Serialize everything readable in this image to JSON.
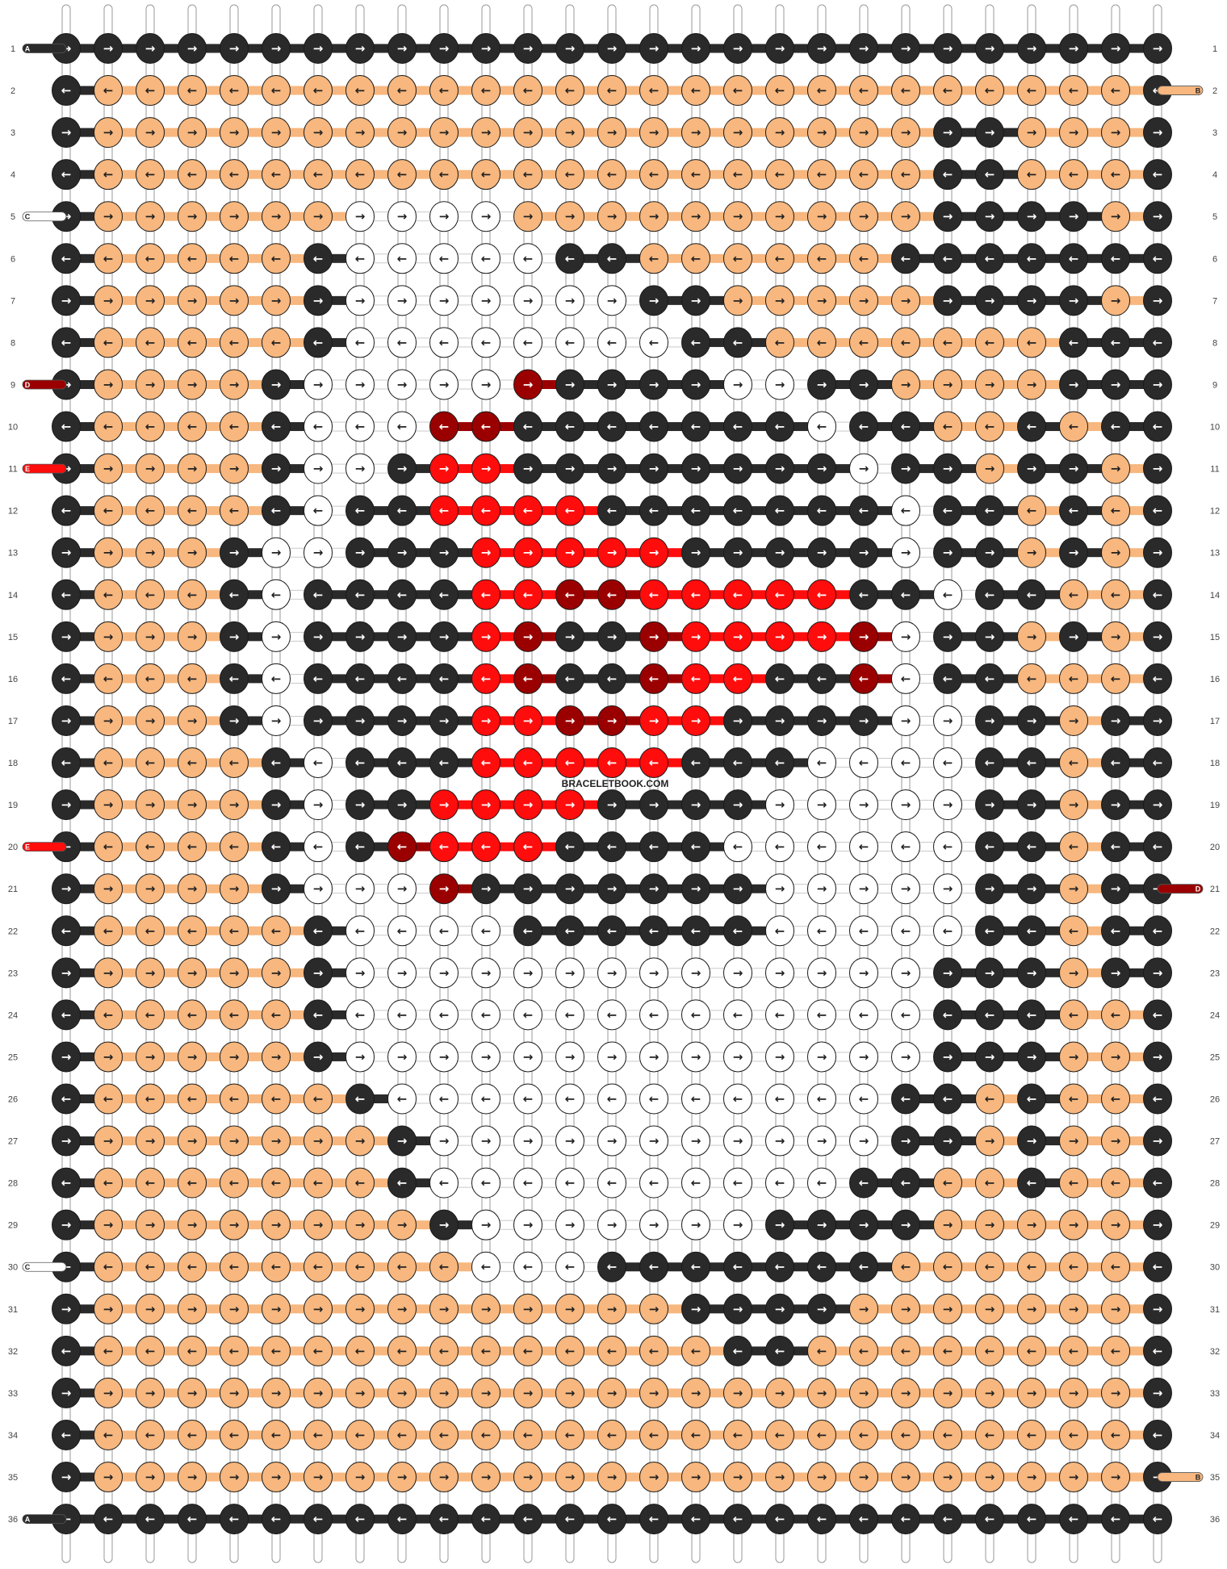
{
  "site": "BRACELETBOOK.COM",
  "colors": {
    "A": "#2a2a2a",
    "B": "#f7b77e",
    "C": "#ffffff",
    "D": "#9b0000",
    "E": "#ff0c0c"
  },
  "strings_left": [
    {
      "row": 1,
      "label": "A",
      "color": "A"
    },
    {
      "row": 5,
      "label": "C",
      "color": "C"
    },
    {
      "row": 9,
      "label": "D",
      "color": "D"
    },
    {
      "row": 11,
      "label": "E",
      "color": "E"
    },
    {
      "row": 20,
      "label": "E",
      "color": "E"
    },
    {
      "row": 30,
      "label": "C",
      "color": "C"
    },
    {
      "row": 36,
      "label": "A",
      "color": "A"
    }
  ],
  "strings_right": [
    {
      "row": 2,
      "label": "B",
      "color": "B"
    },
    {
      "row": 21,
      "label": "D",
      "color": "D"
    },
    {
      "row": 35,
      "label": "B",
      "color": "B"
    }
  ],
  "pattern": {
    "rows": 36,
    "knots_per_row": 27,
    "row_labels": [
      "1",
      "2",
      "3",
      "4",
      "5",
      "6",
      "7",
      "8",
      "9",
      "10",
      "11",
      "12",
      "13",
      "14",
      "15",
      "16",
      "17",
      "18",
      "19",
      "20",
      "21",
      "22",
      "23",
      "24",
      "25",
      "26",
      "27",
      "28",
      "29",
      "30",
      "31",
      "32",
      "33",
      "34",
      "35",
      "36"
    ],
    "grid": [
      "AAAAAAAAAAAAAAAAAAAAAAAAAAA",
      "ABBBBBBBBBBBBBBBBBBBBBBBBBA",
      "ABBBBBBBBBBBBBBBBBBBBAABBBA",
      "ABBBBBBBBBBBBBBBBBBBBAABBBA",
      "ABBBBBBCCCCBBBBBBBBBBAAAABA",
      "ABBBBBACCCCCAABBBBBBAAAAAAA",
      "ABBBBBACCCCCCCAABBBBBAAAABA",
      "ABBBBBACCCCCCCCAABBBBBBBAAA",
      "ABBBBACCCCCDAAAACCAABBBBAAA",
      "ABBBBACCCDDAAAAAAACAABBABAA",
      "ABBBBACCAEEAAAAAAAACAABAABA",
      "ABBBBACAAEEEEAAAAAAACAABABA",
      "ABBBACCAAAEEEEEAAAAACAABABA",
      "ABBBACAAAAEEDDEEEEEAACAABBA",
      "ABBBACAAAAEDAADEEEEDCAABABA",
      "ABBBACAAAAEDAADEEAADCAABBBA",
      "ABBBACAAAAEEDDEEAAAACCAABAA",
      "ABBBBACAAAEEEEEAAACCCCAABAA",
      "ABBBBACAAEEEEAAAACCCCCAABAA",
      "ABBBBACADEEEAAAACCCCCCAABAA",
      "ABBBBACCCDAAAAAAACCCCCAABAA",
      "ABBBBBACCCCAAAAAACCCCCAABAA",
      "ABBBBBACCCCCCCCCCCCCCAAABAA",
      "ABBBBBACCCCCCCCCCCCCCAAABBA",
      "ABBBBBACCCCCCCCCCCCCCAAABBA",
      "ABBBBBBACCCCCCCCCCCCAABABBA",
      "ABBBBBBBACCCCCCCCCCCAABABBA",
      "ABBBBBBBACCCCCCCCCCAABBABBA",
      "ABBBBBBBBACCCCCCCAAAABBBBBA",
      "ABBBBBBBBBCCCAAAAAAABBBBBBA",
      "ABBBBBBBBBBBBBBAAAABBBBBBBA",
      "ABBBBBBBBBBBBBBBAABBBBBBBBA",
      "ABBBBBBBBBBBBBBBBBBBBBBBBBA",
      "ABBBBBBBBBBBBBBBBBBBBBBBBBA",
      "ABBBBBBBBBBBBBBBBBBBBBBBBBA",
      "AAAAAAAAAAAAAAAAAAAAAAAAAAA"
    ]
  }
}
